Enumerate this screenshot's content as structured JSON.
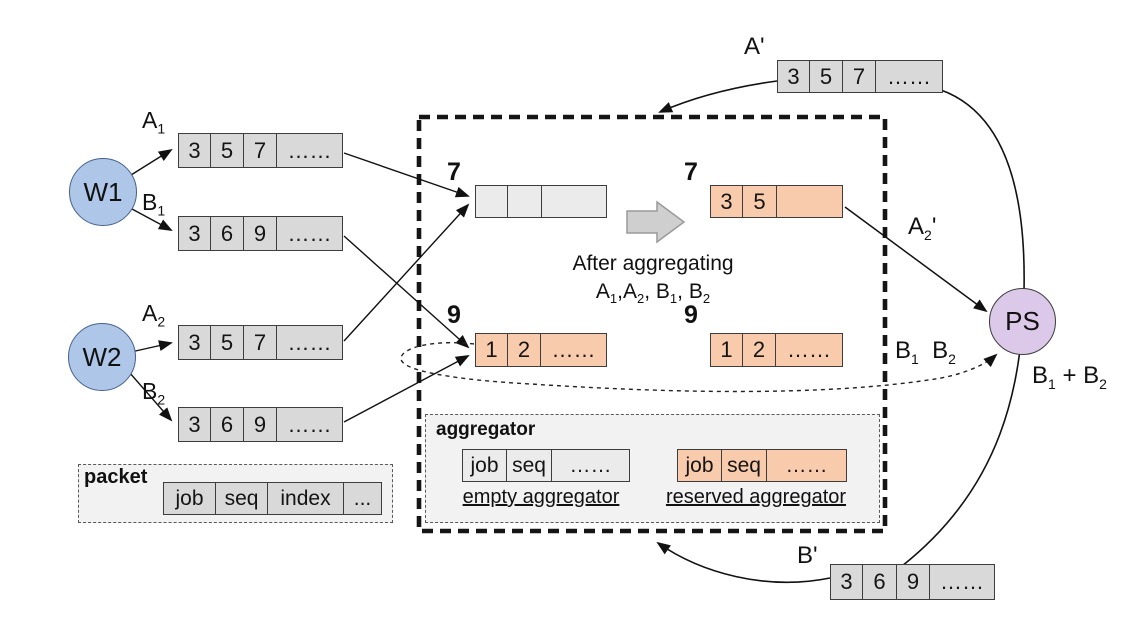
{
  "colors": {
    "cell_gray": "#d9d9d9",
    "cell_light_gray": "#ebebeb",
    "cell_orange": "#f8cbad",
    "worker_fill": "#aec6e8",
    "ps_fill": "#dcc8e8",
    "legend_bg": "#f2f2f2"
  },
  "workers": [
    {
      "label": "W1"
    },
    {
      "label": "W2"
    }
  ],
  "worker_rows": [
    {
      "label_base": "A",
      "label_sub": "1",
      "cells": [
        "3",
        "5",
        "7",
        "……"
      ]
    },
    {
      "label_base": "B",
      "label_sub": "1",
      "cells": [
        "3",
        "6",
        "9",
        "……"
      ]
    },
    {
      "label_base": "A",
      "label_sub": "2",
      "cells": [
        "3",
        "5",
        "7",
        "……"
      ]
    },
    {
      "label_base": "B",
      "label_sub": "2",
      "cells": [
        "3",
        "6",
        "9",
        "……"
      ]
    }
  ],
  "aggregation": {
    "before_slot7_num": "7",
    "before_slot7_cells": [
      "",
      "",
      ""
    ],
    "after_slot7_num": "7",
    "after_slot7_cells": [
      "3",
      "5",
      ""
    ],
    "before_slot9_num": "9",
    "before_slot9_cells": [
      "1",
      "2",
      "……"
    ],
    "after_slot9_num": "9",
    "after_slot9_cells": [
      "1",
      "2",
      "……"
    ],
    "caption_line1": "After aggregating",
    "caption_line2": [
      {
        "t": "A"
      },
      {
        "sub": "1"
      },
      {
        "t": ",A"
      },
      {
        "sub": "2"
      },
      {
        "t": ", B"
      },
      {
        "sub": "1"
      },
      {
        "t": ", B"
      },
      {
        "sub": "2"
      }
    ]
  },
  "ps": {
    "label": "PS",
    "sum_label": [
      {
        "t": "B"
      },
      {
        "sub": "1"
      },
      {
        "t": " + B"
      },
      {
        "sub": "2"
      }
    ]
  },
  "returns": {
    "a_prime_label": "A'",
    "a_prime_cells": [
      "3",
      "5",
      "7",
      "……"
    ],
    "b_prime_label": "B'",
    "b_prime_cells": [
      "3",
      "6",
      "9",
      "……"
    ],
    "a2_prime_label": [
      {
        "t": "A"
      },
      {
        "sub": "2"
      },
      {
        "t": "'"
      }
    ],
    "b1_b2_label": [
      {
        "t": "B"
      },
      {
        "sub": "1"
      },
      {
        "t": "  B"
      },
      {
        "sub": "2"
      }
    ]
  },
  "legend_packet": {
    "title": "packet",
    "cells": [
      "job",
      "seq",
      "index",
      "..."
    ]
  },
  "legend_aggregator": {
    "title": "aggregator",
    "empty_cells": [
      "job",
      "seq",
      "……"
    ],
    "empty_caption": "empty aggregator",
    "reserved_cells": [
      "job",
      "seq",
      "……"
    ],
    "reserved_caption": "reserved aggregator"
  }
}
